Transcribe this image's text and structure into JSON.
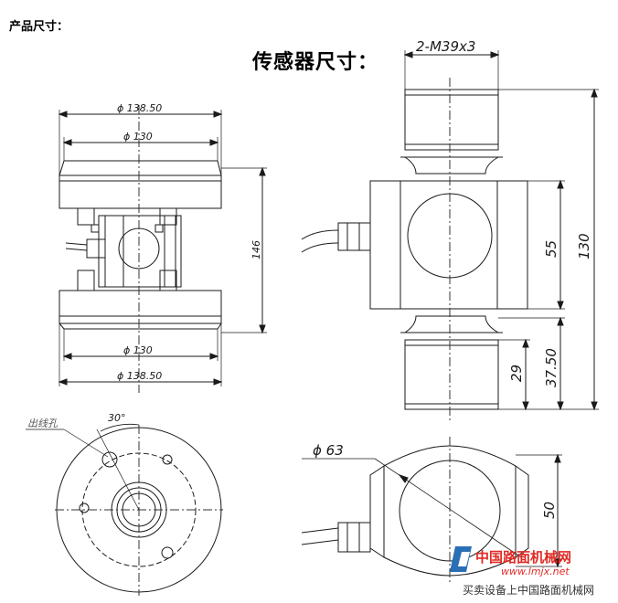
{
  "header": {
    "product_title": "产品尺寸：",
    "sensor_title": "传感器尺寸："
  },
  "left_front": {
    "dim_outer_top": "ϕ 138.50",
    "dim_inner_top": "ϕ 130",
    "dim_height": "146",
    "dim_inner_bottom": "ϕ 130",
    "dim_outer_bottom": "ϕ 138.50"
  },
  "left_bottom": {
    "cable_hole_label": "出线孔",
    "angle_label": "30°"
  },
  "sensor_side": {
    "thread_label": "2-M39x3",
    "dim_center": "55",
    "dim_total": "130",
    "dim_thread": "29",
    "dim_end": "37.50"
  },
  "sensor_top": {
    "dim_bore": "ϕ 63",
    "dim_width": "50"
  },
  "watermark": {
    "name": "中国路面机械网",
    "url": "www.lmjx.net",
    "sub": "买卖设备上中国路面机械网"
  },
  "colors": {
    "line": "#1a1a1a",
    "dash": "#333333",
    "watermark_red": "#e12a24",
    "watermark_blue": "#2a6fb6"
  }
}
